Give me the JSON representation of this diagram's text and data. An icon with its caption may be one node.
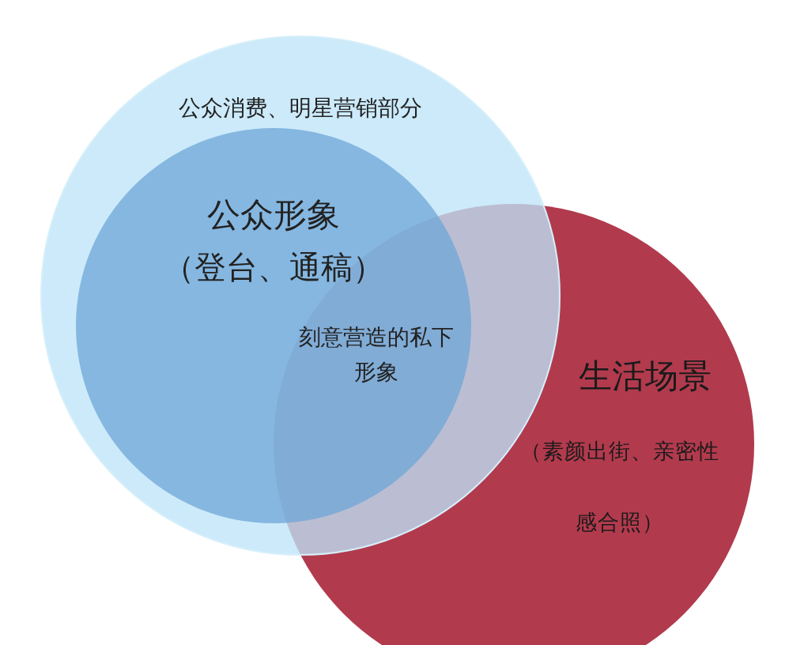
{
  "diagram": {
    "nodes": [
      {
        "text": [
          "公众消费、明星营销部分"
        ]
      },
      {
        "text": [
          "公众形象",
          "（登台、通稿）"
        ],
        "in": 0
      },
      {
        "text": [
          "生活场景",
          "（素颜出街、亲密性感合照）"
        ]
      }
    ],
    "labels": [
      "刻意营造的私下形象"
    ]
  }
}
